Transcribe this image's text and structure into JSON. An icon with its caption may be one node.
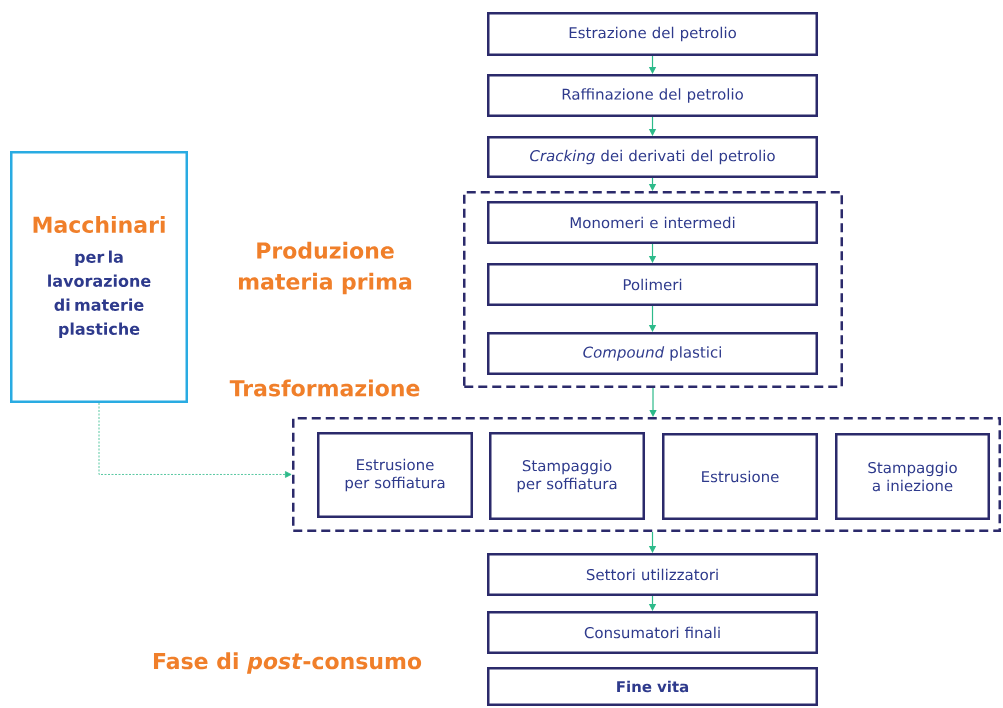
{
  "diagram": {
    "nodes": [
      {
        "text": [
          "Estrazione del petrolio"
        ]
      },
      {
        "text": [
          "Raffinazione del petrolio"
        ]
      },
      {
        "text": [
          "*Cracking* dei derivati del petrolio"
        ]
      },
      {
        "text": [
          "Macchinari",
          "per la lavorazione di materie plastiche"
        ]
      },
      {
        "text": [
          "Produzione materia prima"
        ]
      },
      {
        "text": [
          "Monomeri e intermedi"
        ],
        "in": 4
      },
      {
        "text": [
          "Polimeri"
        ],
        "in": 4
      },
      {
        "text": [
          "*Compound* plastici"
        ],
        "in": 4
      },
      {
        "text": [
          "Trasformazione"
        ]
      },
      {
        "text": [
          "Estrusione per soffiatura"
        ],
        "in": 8
      },
      {
        "text": [
          "Stampaggio per soffiatura"
        ],
        "in": 8
      },
      {
        "text": [
          "Estrusione"
        ],
        "in": 8
      },
      {
        "text": [
          "Stampaggio a iniezione"
        ],
        "in": 8
      },
      {
        "text": [
          "Settori utilizzatori"
        ]
      },
      {
        "text": [
          "Consumatori finali"
        ]
      },
      {
        "text": [
          "Fine vita"
        ]
      }
    ],
    "edges": [
      {
        "from": 0,
        "to": 1,
        "arrow": "to"
      },
      {
        "from": 1,
        "to": 2,
        "arrow": "to"
      },
      {
        "from": 2,
        "to": 4,
        "arrow": "to"
      },
      {
        "from": 5,
        "to": 6,
        "arrow": "to"
      },
      {
        "from": 6,
        "to": 7,
        "arrow": "to"
      },
      {
        "from": 4,
        "to": 8,
        "arrow": "to"
      },
      {
        "from": 3,
        "to": 8,
        "arrow": "to",
        "style": "dashed"
      },
      {
        "from": 8,
        "to": 13,
        "arrow": "to"
      },
      {
        "from": 13,
        "to": 14,
        "arrow": "to"
      }
    ],
    "labels": [
      "Fase di *post*-consumo"
    ]
  }
}
